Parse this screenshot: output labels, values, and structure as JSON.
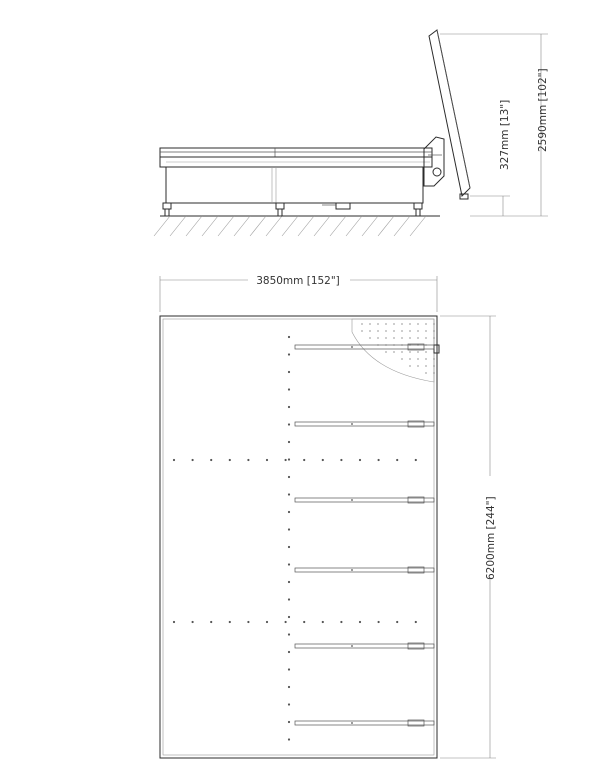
{
  "dimensions": {
    "width_label": "3850mm [152\"]",
    "length_label": "6200mm [244\"]",
    "height_label": "2590mm [102\"]",
    "table_height_label": "327mm [13\"]"
  },
  "plan_view": {
    "cross_bars": 6,
    "dot_rows": 2
  }
}
